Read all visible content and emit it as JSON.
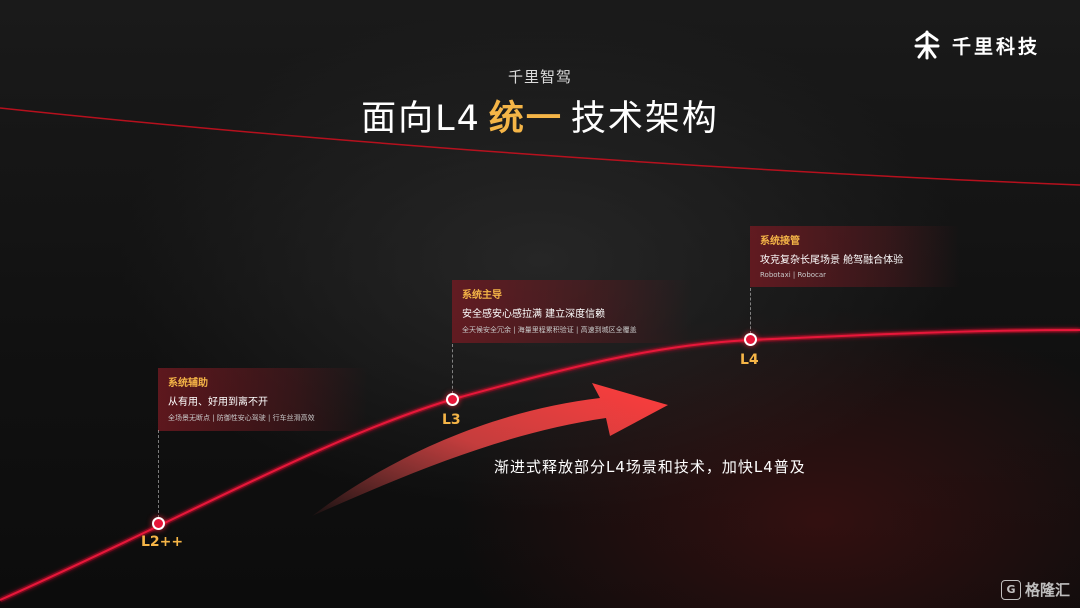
{
  "brand": {
    "name": "千里科技",
    "icon": "qianli-logo-icon"
  },
  "header": {
    "subtitle": "千里智驾",
    "title_prefix": "面向L4",
    "title_highlight": "统一",
    "title_suffix": "技术架构"
  },
  "stages": [
    {
      "level": "L2++",
      "heading": "系统辅助",
      "main": "从有用、好用到离不开",
      "sub": "全场景无断点 | 防御性安心驾驶 | 行车丝滑高效"
    },
    {
      "level": "L3",
      "heading": "系统主导",
      "main": "安全感安心感拉满  建立深度信赖",
      "sub": "全天候安全冗余 | 海量里程累积验证 | 高速到城区全覆盖"
    },
    {
      "level": "L4",
      "heading": "系统接管",
      "main": "攻克复杂长尾场景  舱驾融合体验",
      "sub": "Robotaxi | Robocar"
    }
  ],
  "slogan": "渐进式释放部分L4场景和技术，加快L4普及",
  "watermark": {
    "text": "格隆汇",
    "icon_glyph": "G"
  },
  "colors": {
    "accent": "#f5b547",
    "curve": "#e8173a",
    "background": "#141414"
  }
}
